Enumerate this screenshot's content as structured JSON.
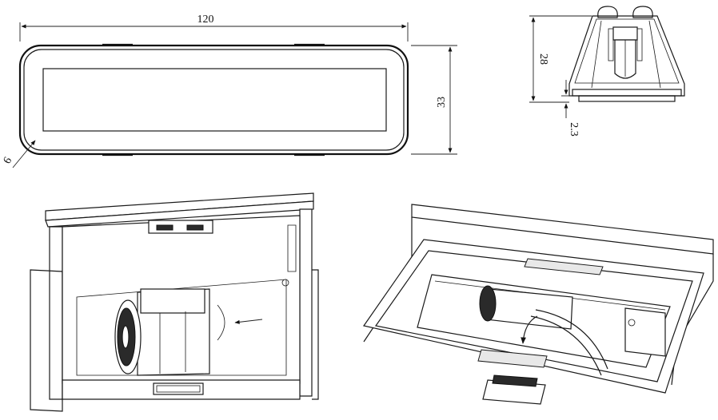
{
  "front_view": {
    "width_label": "120",
    "height_label": "33",
    "radius_label": "6"
  },
  "side_view": {
    "height_label": "28",
    "offset_label": "2.3"
  }
}
